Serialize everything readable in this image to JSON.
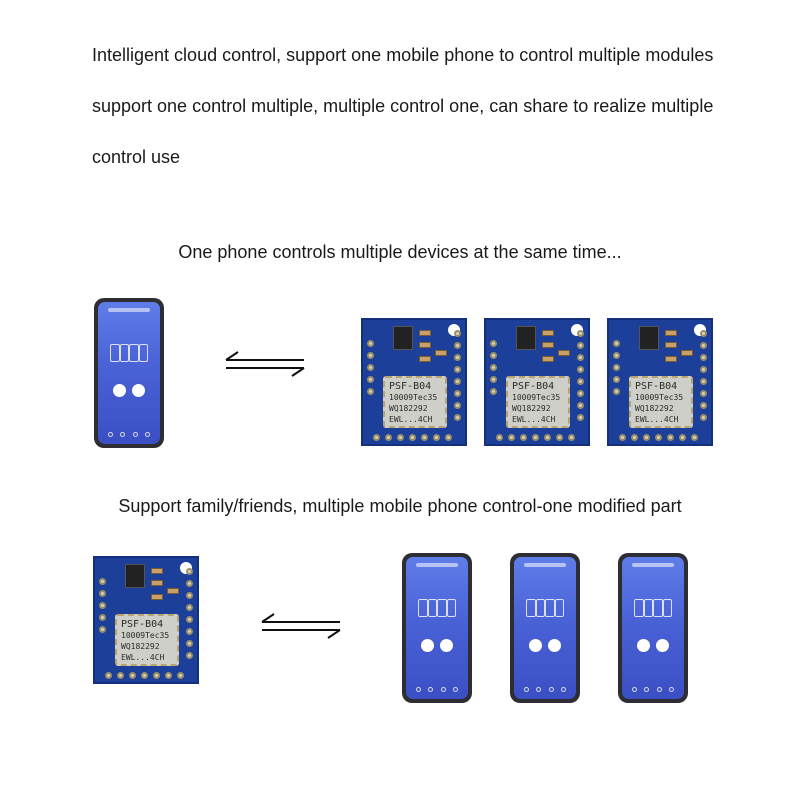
{
  "intro": {
    "line1": "Intelligent cloud control, support one mobile phone to control multiple modules",
    "line2": "support one control multiple, multiple control one, can share to realize multiple",
    "line3": "control use"
  },
  "section1": {
    "heading": "One phone controls multiple devices at the same time..."
  },
  "section2": {
    "heading": "Support family/friends, multiple mobile phone control-one modified part"
  },
  "module_label": {
    "line1": "PSF-B04",
    "line2": "10009Tec35",
    "line3": "WQ182292",
    "line4": "EWL...4CH"
  },
  "colors": {
    "board": "#1c3f9a",
    "screen": "#4962d6",
    "arrow": "#111111"
  }
}
